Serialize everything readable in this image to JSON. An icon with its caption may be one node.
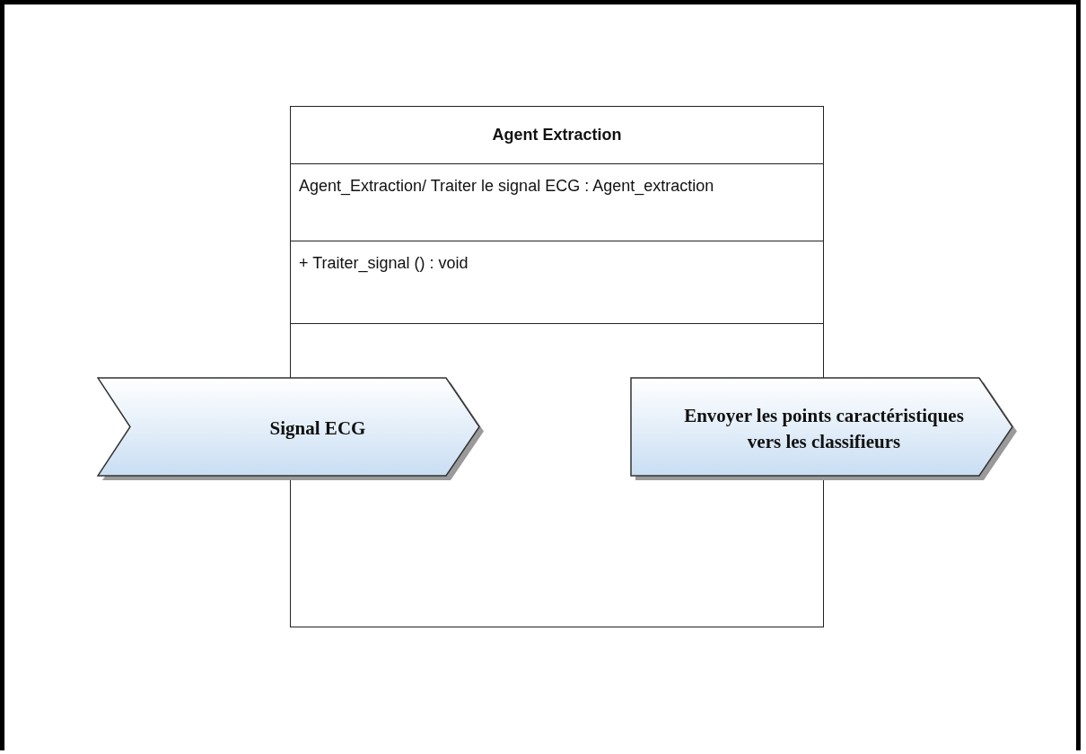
{
  "diagram": {
    "nodes": [
      {
        "text": [
          "Agent Extraction",
          "Agent_Extraction/ Traiter le signal ECG : Agent_extraction",
          "+ Traiter_signal () : void"
        ]
      },
      {
        "text": [
          "Signal ECG"
        ]
      },
      {
        "text": [
          "Envoyer les points caractéristiques vers les classifieurs"
        ]
      }
    ]
  }
}
